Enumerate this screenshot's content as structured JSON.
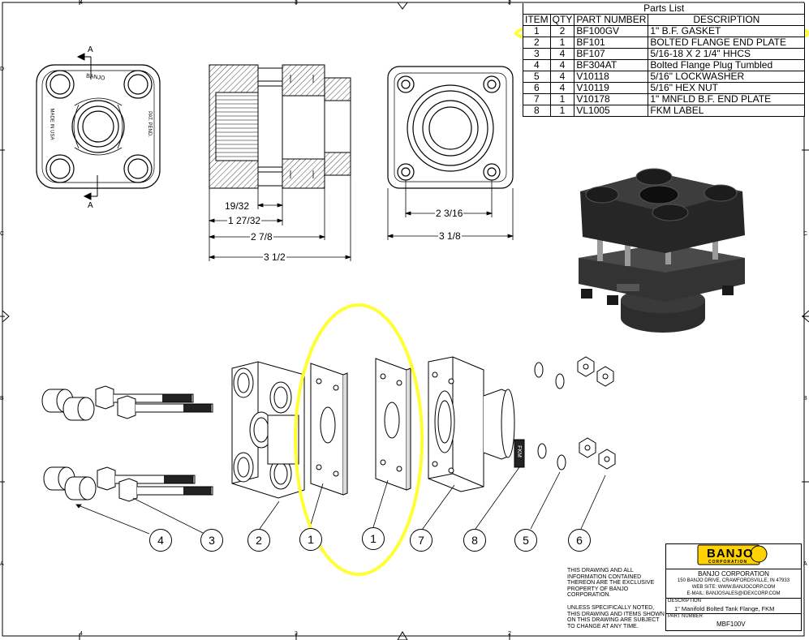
{
  "parts_list": {
    "title": "Parts List",
    "headers": [
      "ITEM",
      "QTY",
      "PART NUMBER",
      "DESCRIPTION"
    ],
    "rows": [
      {
        "item": "1",
        "qty": "2",
        "part": "BF100GV",
        "desc": "1\" B.F. GASKET"
      },
      {
        "item": "2",
        "qty": "1",
        "part": "BF101",
        "desc": "BOLTED FLANGE END PLATE"
      },
      {
        "item": "3",
        "qty": "4",
        "part": "BF107",
        "desc": "5/16-18 X 2 1/4\" HHCS"
      },
      {
        "item": "4",
        "qty": "4",
        "part": "BF304AT",
        "desc": "Bolted Flange Plug Tumbled"
      },
      {
        "item": "5",
        "qty": "4",
        "part": "V10118",
        "desc": "5/16\" LOCKWASHER"
      },
      {
        "item": "6",
        "qty": "4",
        "part": "V10119",
        "desc": "5/16\" HEX NUT"
      },
      {
        "item": "7",
        "qty": "1",
        "part": "V10178",
        "desc": "1\" MNFLD B.F. END PLATE"
      },
      {
        "item": "8",
        "qty": "1",
        "part": "VL1005",
        "desc": "FKM LABEL"
      }
    ]
  },
  "dimensions": {
    "d1": "19/32",
    "d2": "1 27/32",
    "d3": "2 7/8",
    "d4": "3 1/2",
    "d5": "2 3/16",
    "d6": "3 1/8"
  },
  "section_marker": "A",
  "front_view_text": {
    "brand": "BANJO",
    "left": "MADE IN USA",
    "right": "PAT. PEND."
  },
  "balloons": [
    "4",
    "3",
    "2",
    "1",
    "1",
    "7",
    "8",
    "5",
    "6"
  ],
  "label_text": "FKM",
  "border_zones": {
    "columns": [
      "4",
      "3",
      "2"
    ],
    "rows": [
      "D",
      "C",
      "B",
      "A"
    ]
  },
  "title_block": {
    "logo": "BANJO",
    "logo_sub": "CORPORATION",
    "company": "BANJO CORPORATION",
    "address": "150 BANJO DRIVE, CRAWFORDSVILLE, IN 47933",
    "website": "WEB SITE: WWW.BANJOCORP.COM",
    "email": "E-MAIL: BANJOSALES@IDEXCORP.COM",
    "confidential_note": "THIS DRAWING AND ALL INFORMATION CONTAINED THEREON ARE THE EXCLUSIVE PROPERTY OF BANJO CORPORATION.",
    "change_note": "UNLESS SPECIFICALLY NOTED, THIS DRAWING AND ITEMS SHOWN ON THIS DRAWING ARE SUBJECT TO CHANGE AT ANY TIME.",
    "description_label": "DESCRIPTION",
    "description": "1\" Manifold Bolted Tank Flange, FKM",
    "part_number_label": "PART NUMBER",
    "part_number": "MBF100V"
  },
  "colors": {
    "highlight": "#ffff33",
    "ink": "#000000",
    "part_dark": "#2b2b2b",
    "hatch": "#555555"
  }
}
